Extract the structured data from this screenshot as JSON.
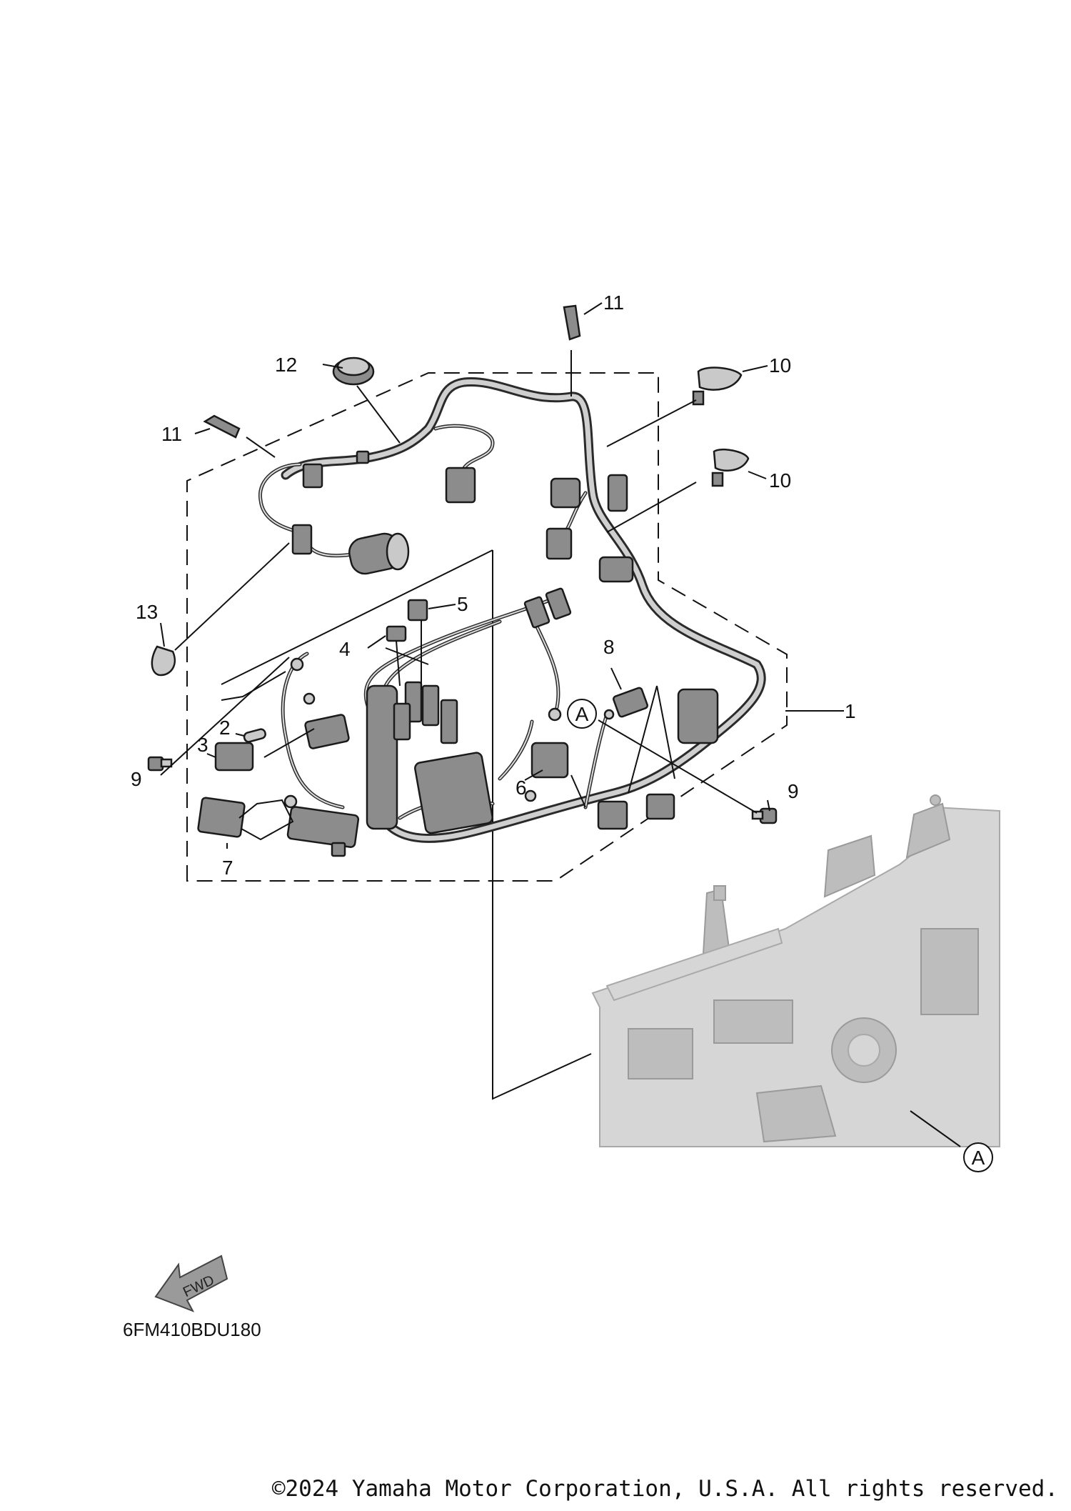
{
  "diagram": {
    "callouts": {
      "c1": "1",
      "c2": "2",
      "c3": "3",
      "c4": "4",
      "c5": "5",
      "c6": "6",
      "c7": "7",
      "c8": "8",
      "c9a": "9",
      "c9b": "9",
      "c10a": "10",
      "c10b": "10",
      "c11a": "11",
      "c11b": "11",
      "c12": "12",
      "c13": "13",
      "refA1": "A",
      "refA2": "A"
    },
    "fwd_label": "FWD",
    "diagram_code": "6FM410BDU180"
  },
  "footer": {
    "copyright": "©2024 Yamaha Motor Corporation, U.S.A. All rights reserved."
  }
}
